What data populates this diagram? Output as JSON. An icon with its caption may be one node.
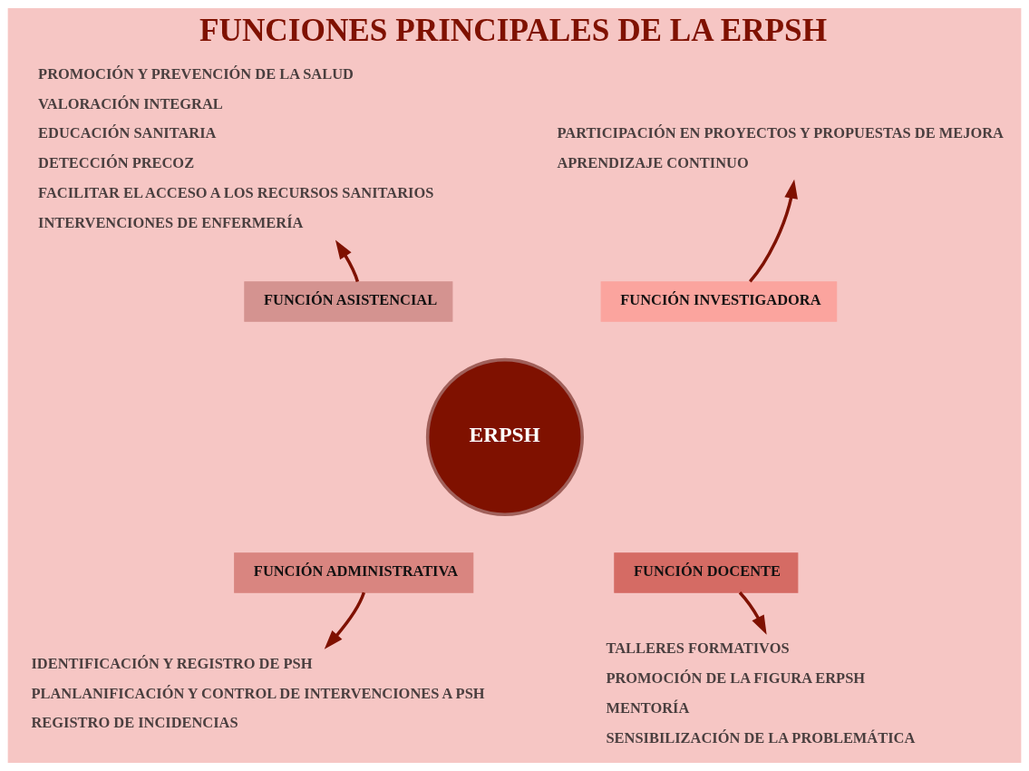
{
  "diagram": {
    "title": "FUNCIONES PRINCIPALES DE LA ERPSH",
    "nodes": [
      {
        "text": [
          "ERPSH"
        ]
      },
      {
        "text": [
          "FUNCIÓN ASISTENCIAL"
        ]
      },
      {
        "text": [
          "FUNCIÓN INVESTIGADORA"
        ]
      },
      {
        "text": [
          "FUNCIÓN ADMINISTRATIVA"
        ]
      },
      {
        "text": [
          "FUNCIÓN DOCENTE"
        ]
      },
      {
        "text": [
          "PROMOCIÓN Y PREVENCIÓN DE LA SALUD",
          "VALORACIÓN INTEGRAL",
          "EDUCACIÓN SANITARIA",
          "DETECCIÓN PRECOZ",
          "FACILITAR EL ACCESO A LOS RECURSOS SANITARIOS",
          "INTERVENCIONES DE ENFERMERÍA"
        ]
      },
      {
        "text": [
          "PARTICIPACIÓN EN PROYECTOS Y PROPUESTAS DE MEJORA",
          "APRENDIZAJE CONTINUO"
        ]
      },
      {
        "text": [
          "IDENTIFICACIÓN Y REGISTRO DE PSH",
          "PLANLANIFICACIÓN Y CONTROL DE INTERVENCIONES A PSH",
          "REGISTRO DE INCIDENCIAS"
        ]
      },
      {
        "text": [
          "TALLERES FORMATIVOS",
          "PROMOCIÓN DE LA FIGURA ERPSH",
          "MENTORÍA",
          "SENSIBILIZACIÓN DE LA PROBLEMÁTICA"
        ]
      }
    ],
    "edges": [
      {
        "from": 1,
        "to": 5,
        "arrow": "to"
      },
      {
        "from": 2,
        "to": 6,
        "arrow": "to"
      },
      {
        "from": 3,
        "to": 7,
        "arrow": "to"
      },
      {
        "from": 4,
        "to": 8,
        "arrow": "to"
      }
    ]
  }
}
